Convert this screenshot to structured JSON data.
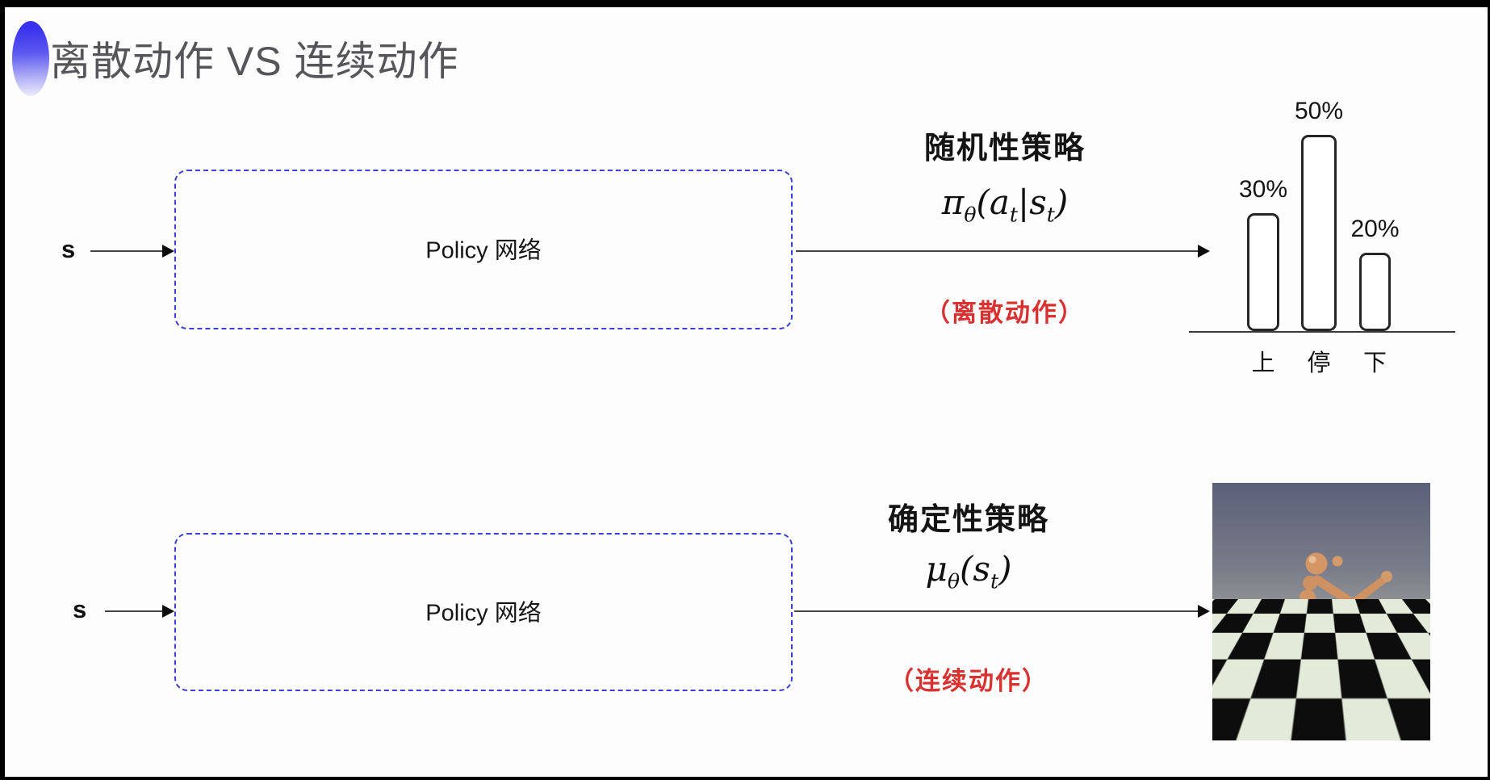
{
  "slide": {
    "title": "离散动作 VS 连续动作",
    "bullet_icon": "blue-gradient-sphere",
    "rows": [
      {
        "input_label": "s",
        "box_label": "Policy 网络",
        "policy_type": "随机性策略",
        "formula": [
          {
            "t": "π"
          },
          {
            "t": "θ",
            "sub": true
          },
          {
            "t": "("
          },
          {
            "t": "a"
          },
          {
            "t": "t",
            "sub": true
          },
          {
            "t": "|"
          },
          {
            "t": "s"
          },
          {
            "t": "t",
            "sub": true
          },
          {
            "t": ")"
          }
        ],
        "action_type": "（离散动作）"
      },
      {
        "input_label": "s",
        "box_label": "Policy 网络",
        "policy_type": "确定性策略",
        "formula": [
          {
            "t": "μ"
          },
          {
            "t": "θ",
            "sub": true
          },
          {
            "t": "("
          },
          {
            "t": "s"
          },
          {
            "t": "t",
            "sub": true
          },
          {
            "t": ")"
          }
        ],
        "action_type": "（连续动作）"
      }
    ]
  },
  "chart_data": {
    "type": "bar",
    "categories": [
      "上",
      "停",
      "下"
    ],
    "values": [
      30,
      50,
      20
    ],
    "value_labels": [
      "30%",
      "50%",
      "20%"
    ],
    "title": "",
    "xlabel": "",
    "ylabel": "",
    "ylim": [
      0,
      55
    ],
    "grid": false,
    "legend": "none",
    "bar_style": "white fill with dark rounded outline"
  },
  "simulation_image": {
    "subject": "humanoid-robot-on-checkerboard",
    "sky_color": "#5b6078",
    "floor_colors": [
      "#0d0d0d",
      "#e4ead9"
    ],
    "robot_color": "#cf9161"
  },
  "colors": {
    "accent_blue": "#3a3fd5",
    "accent_red": "#d93030",
    "title_gray": "#56565a",
    "ink": "#1c1c1c",
    "frame_black": "#000000"
  }
}
